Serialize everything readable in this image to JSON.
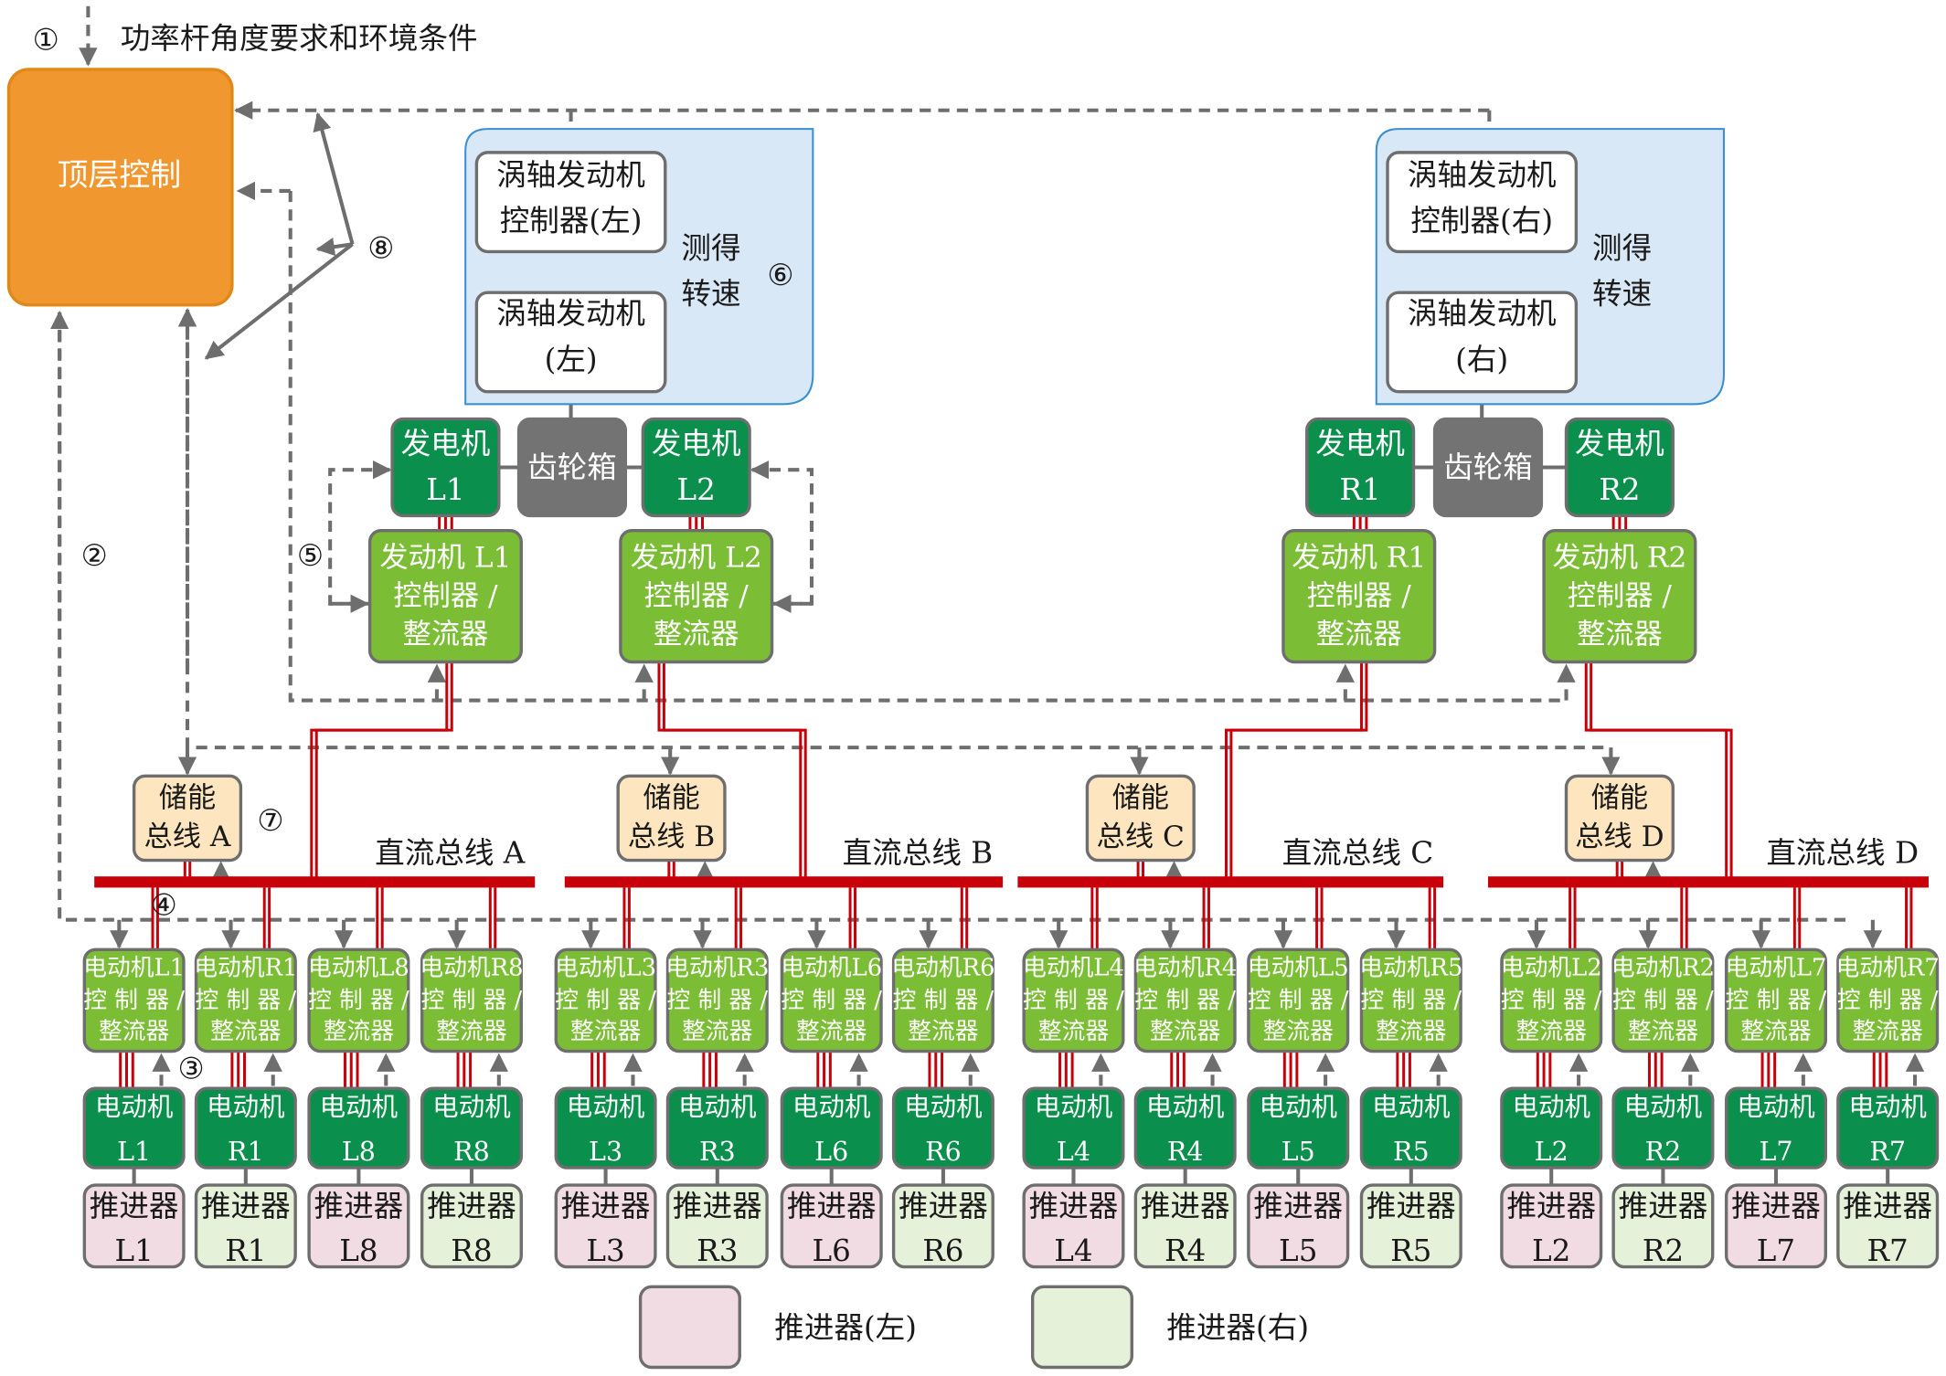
{
  "colors": {
    "top_control": "#f0982f",
    "top_control_border": "#e08918",
    "turbo_panel": "#d9e8f6",
    "turbo_panel_border": "#3a8fd0",
    "white_box": "#ffffff",
    "box_border": "#6e6e6e",
    "generator": "#0a8f4c",
    "gearbox": "#737373",
    "light_green": "#7cbd36",
    "motor": "#0a8f4c",
    "storage": "#fde6bf",
    "thruster_left": "#f2dce3",
    "thruster_right": "#e6f1da",
    "bus": "#c8000a",
    "signal": "#6e6e6e"
  },
  "top": {
    "marker": "①",
    "input_label": "功率杆角度要求和环境条件",
    "control_label": "顶层控制"
  },
  "markers": {
    "m2": "②",
    "m3": "③",
    "m4": "④",
    "m5": "⑤",
    "m6": "⑥",
    "m7": "⑦",
    "m8": "⑧"
  },
  "turbo_left": {
    "controller": [
      "涡轴发动机",
      "控制器(左)"
    ],
    "engine": [
      "涡轴发动机",
      "(左)"
    ],
    "feedback": [
      "测得",
      "转速"
    ]
  },
  "turbo_right": {
    "controller": [
      "涡轴发动机",
      "控制器(右)"
    ],
    "engine": [
      "涡轴发动机",
      "(右)"
    ],
    "feedback": [
      "测得",
      "转速"
    ]
  },
  "gearbox_label": "齿轮箱",
  "generators": [
    {
      "line1": "发电机",
      "line2": "L1"
    },
    {
      "line1": "发电机",
      "line2": "L2"
    },
    {
      "line1": "发电机",
      "line2": "R1"
    },
    {
      "line1": "发电机",
      "line2": "R2"
    }
  ],
  "gen_controllers": [
    {
      "lines": [
        "发动机 L1",
        "控制器 /",
        "整流器"
      ]
    },
    {
      "lines": [
        "发动机 L2",
        "控制器 /",
        "整流器"
      ]
    },
    {
      "lines": [
        "发动机 R1",
        "控制器 /",
        "整流器"
      ]
    },
    {
      "lines": [
        "发动机 R2",
        "控制器 /",
        "整流器"
      ]
    }
  ],
  "storage": [
    {
      "lines": [
        "储能",
        "总线 A"
      ]
    },
    {
      "lines": [
        "储能",
        "总线 B"
      ]
    },
    {
      "lines": [
        "储能",
        "总线 C"
      ]
    },
    {
      "lines": [
        "储能",
        "总线 D"
      ]
    }
  ],
  "dc_buses": [
    "直流总线 A",
    "直流总线 B",
    "直流总线 C",
    "直流总线 D"
  ],
  "motor_controller_suffix": [
    "控 制 器 /",
    "整流器"
  ],
  "motor_label": "电动机",
  "thruster_label": "推进器",
  "units": [
    {
      "id": "L1",
      "side": "left"
    },
    {
      "id": "R1",
      "side": "right"
    },
    {
      "id": "L8",
      "side": "left"
    },
    {
      "id": "R8",
      "side": "right"
    },
    {
      "id": "L3",
      "side": "left"
    },
    {
      "id": "R3",
      "side": "right"
    },
    {
      "id": "L6",
      "side": "left"
    },
    {
      "id": "R6",
      "side": "right"
    },
    {
      "id": "L4",
      "side": "left"
    },
    {
      "id": "R4",
      "side": "right"
    },
    {
      "id": "L5",
      "side": "left"
    },
    {
      "id": "R5",
      "side": "right"
    },
    {
      "id": "L2",
      "side": "left"
    },
    {
      "id": "R2",
      "side": "right"
    },
    {
      "id": "L7",
      "side": "left"
    },
    {
      "id": "R7",
      "side": "right"
    }
  ],
  "legend": [
    {
      "label": "推进器(左)",
      "side": "left"
    },
    {
      "label": "推进器(右)",
      "side": "right"
    }
  ]
}
